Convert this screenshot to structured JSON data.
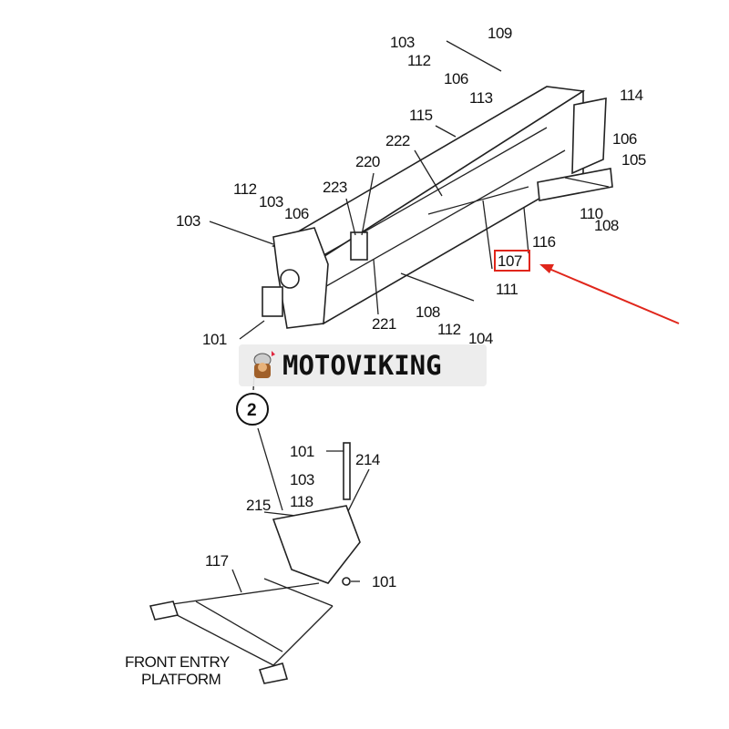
{
  "labels": [
    "103",
    "109",
    "112",
    "106",
    "113",
    "114",
    "115",
    "222",
    "106",
    "105",
    "220",
    "223",
    "112",
    "103",
    "106",
    "103",
    "110",
    "108",
    "116",
    "107",
    "111",
    "108",
    "221",
    "112",
    "104",
    "101",
    "101",
    "214",
    "103",
    "118",
    "215",
    "117",
    "101"
  ],
  "callout": "2",
  "caption": [
    "FRONT ENTRY",
    "PLATFORM"
  ],
  "highlight": {
    "label": "107",
    "color": "#e0261b"
  },
  "watermark": "MOTOVIKING"
}
